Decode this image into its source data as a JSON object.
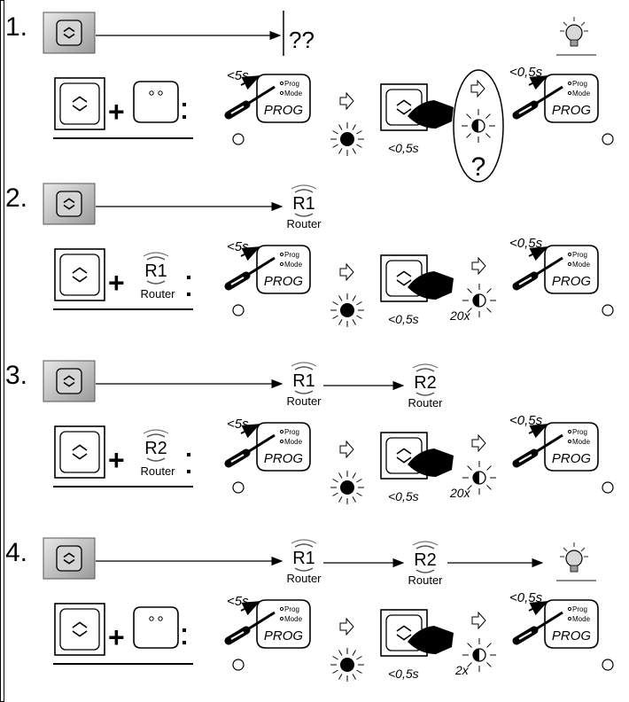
{
  "steps": [
    {
      "number": "1.",
      "top_chain": [
        "??"
      ],
      "combo_target": "actuator",
      "combo_router_label": "",
      "timing_press_prog": "<5s",
      "prog_label": "PROG",
      "prog_small_label_1": "Prog",
      "prog_small_label_2": "Mode",
      "timing_button": "<0,5s",
      "feedback": "?",
      "feedback_count": "",
      "timing_end": "<0,5s",
      "end_lamp": true
    },
    {
      "number": "2.",
      "top_chain": [
        "R1"
      ],
      "combo_target": "router",
      "combo_router_label": "R1",
      "timing_press_prog": "<5s",
      "prog_label": "PROG",
      "prog_small_label_1": "Prog",
      "prog_small_label_2": "Mode",
      "timing_button": "<0,5s",
      "feedback": "",
      "feedback_count": "20x",
      "timing_end": "<0,5s",
      "end_lamp": false
    },
    {
      "number": "3.",
      "top_chain": [
        "R1",
        "R2"
      ],
      "combo_target": "router",
      "combo_router_label": "R2",
      "timing_press_prog": "<5s",
      "prog_label": "PROG",
      "prog_small_label_1": "Prog",
      "prog_small_label_2": "Mode",
      "timing_button": "<0,5s",
      "feedback": "",
      "feedback_count": "20x",
      "timing_end": "<0,5s",
      "end_lamp": false
    },
    {
      "number": "4.",
      "top_chain": [
        "R1",
        "R2"
      ],
      "combo_target": "actuator",
      "combo_router_label": "",
      "timing_press_prog": "<5s",
      "prog_label": "PROG",
      "prog_small_label_1": "Prog",
      "prog_small_label_2": "Mode",
      "timing_button": "<0,5s",
      "feedback": "",
      "feedback_count": "2x",
      "timing_end": "<0,5s",
      "end_lamp": true
    }
  ],
  "router_word": "Router",
  "colors": {
    "line": "#000000",
    "button_face": "#c8c8c8",
    "button_shadow": "#8a8a8a",
    "lamp": "#d8d8d8"
  }
}
